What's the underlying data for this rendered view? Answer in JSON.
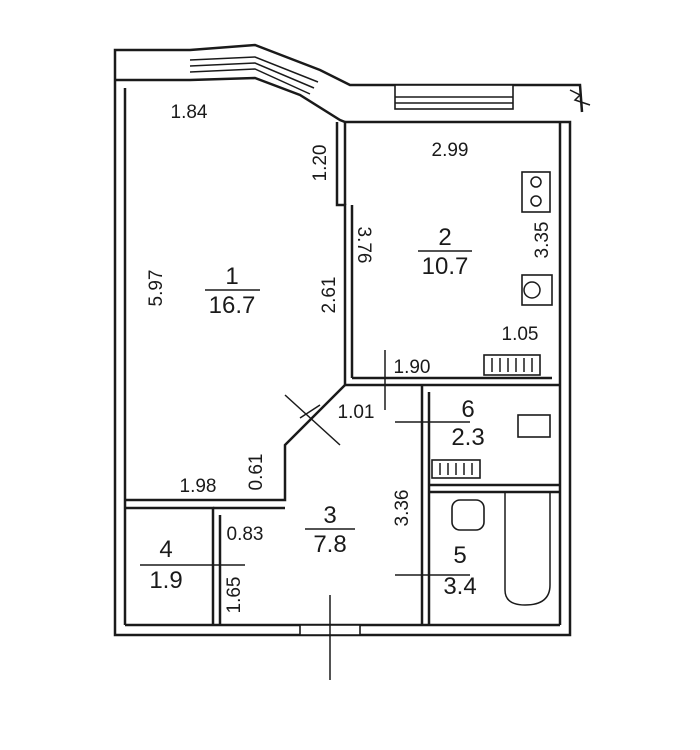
{
  "rooms": [
    {
      "number": "1",
      "area": "16.7"
    },
    {
      "number": "2",
      "area": "10.7"
    },
    {
      "number": "3",
      "area": "7.8"
    },
    {
      "number": "4",
      "area": "1.9"
    },
    {
      "number": "5",
      "area": "3.4"
    },
    {
      "number": "6",
      "area": "2.3"
    }
  ],
  "dimensions": {
    "room1_top": "1.84",
    "room1_left": "5.97",
    "room1_jog": "1.20",
    "room1_inner": "2.61",
    "room1_bottom": "1.98",
    "room1_diag": "0.61",
    "room2_top": "2.99",
    "room2_left": "3.76",
    "room2_right": "3.35",
    "room2_kitchen": "1.05",
    "room2_bottom": "1.90",
    "hall_door": "1.01",
    "hall_right": "3.36",
    "room4_top": "0.83",
    "room4_right": "1.65"
  }
}
